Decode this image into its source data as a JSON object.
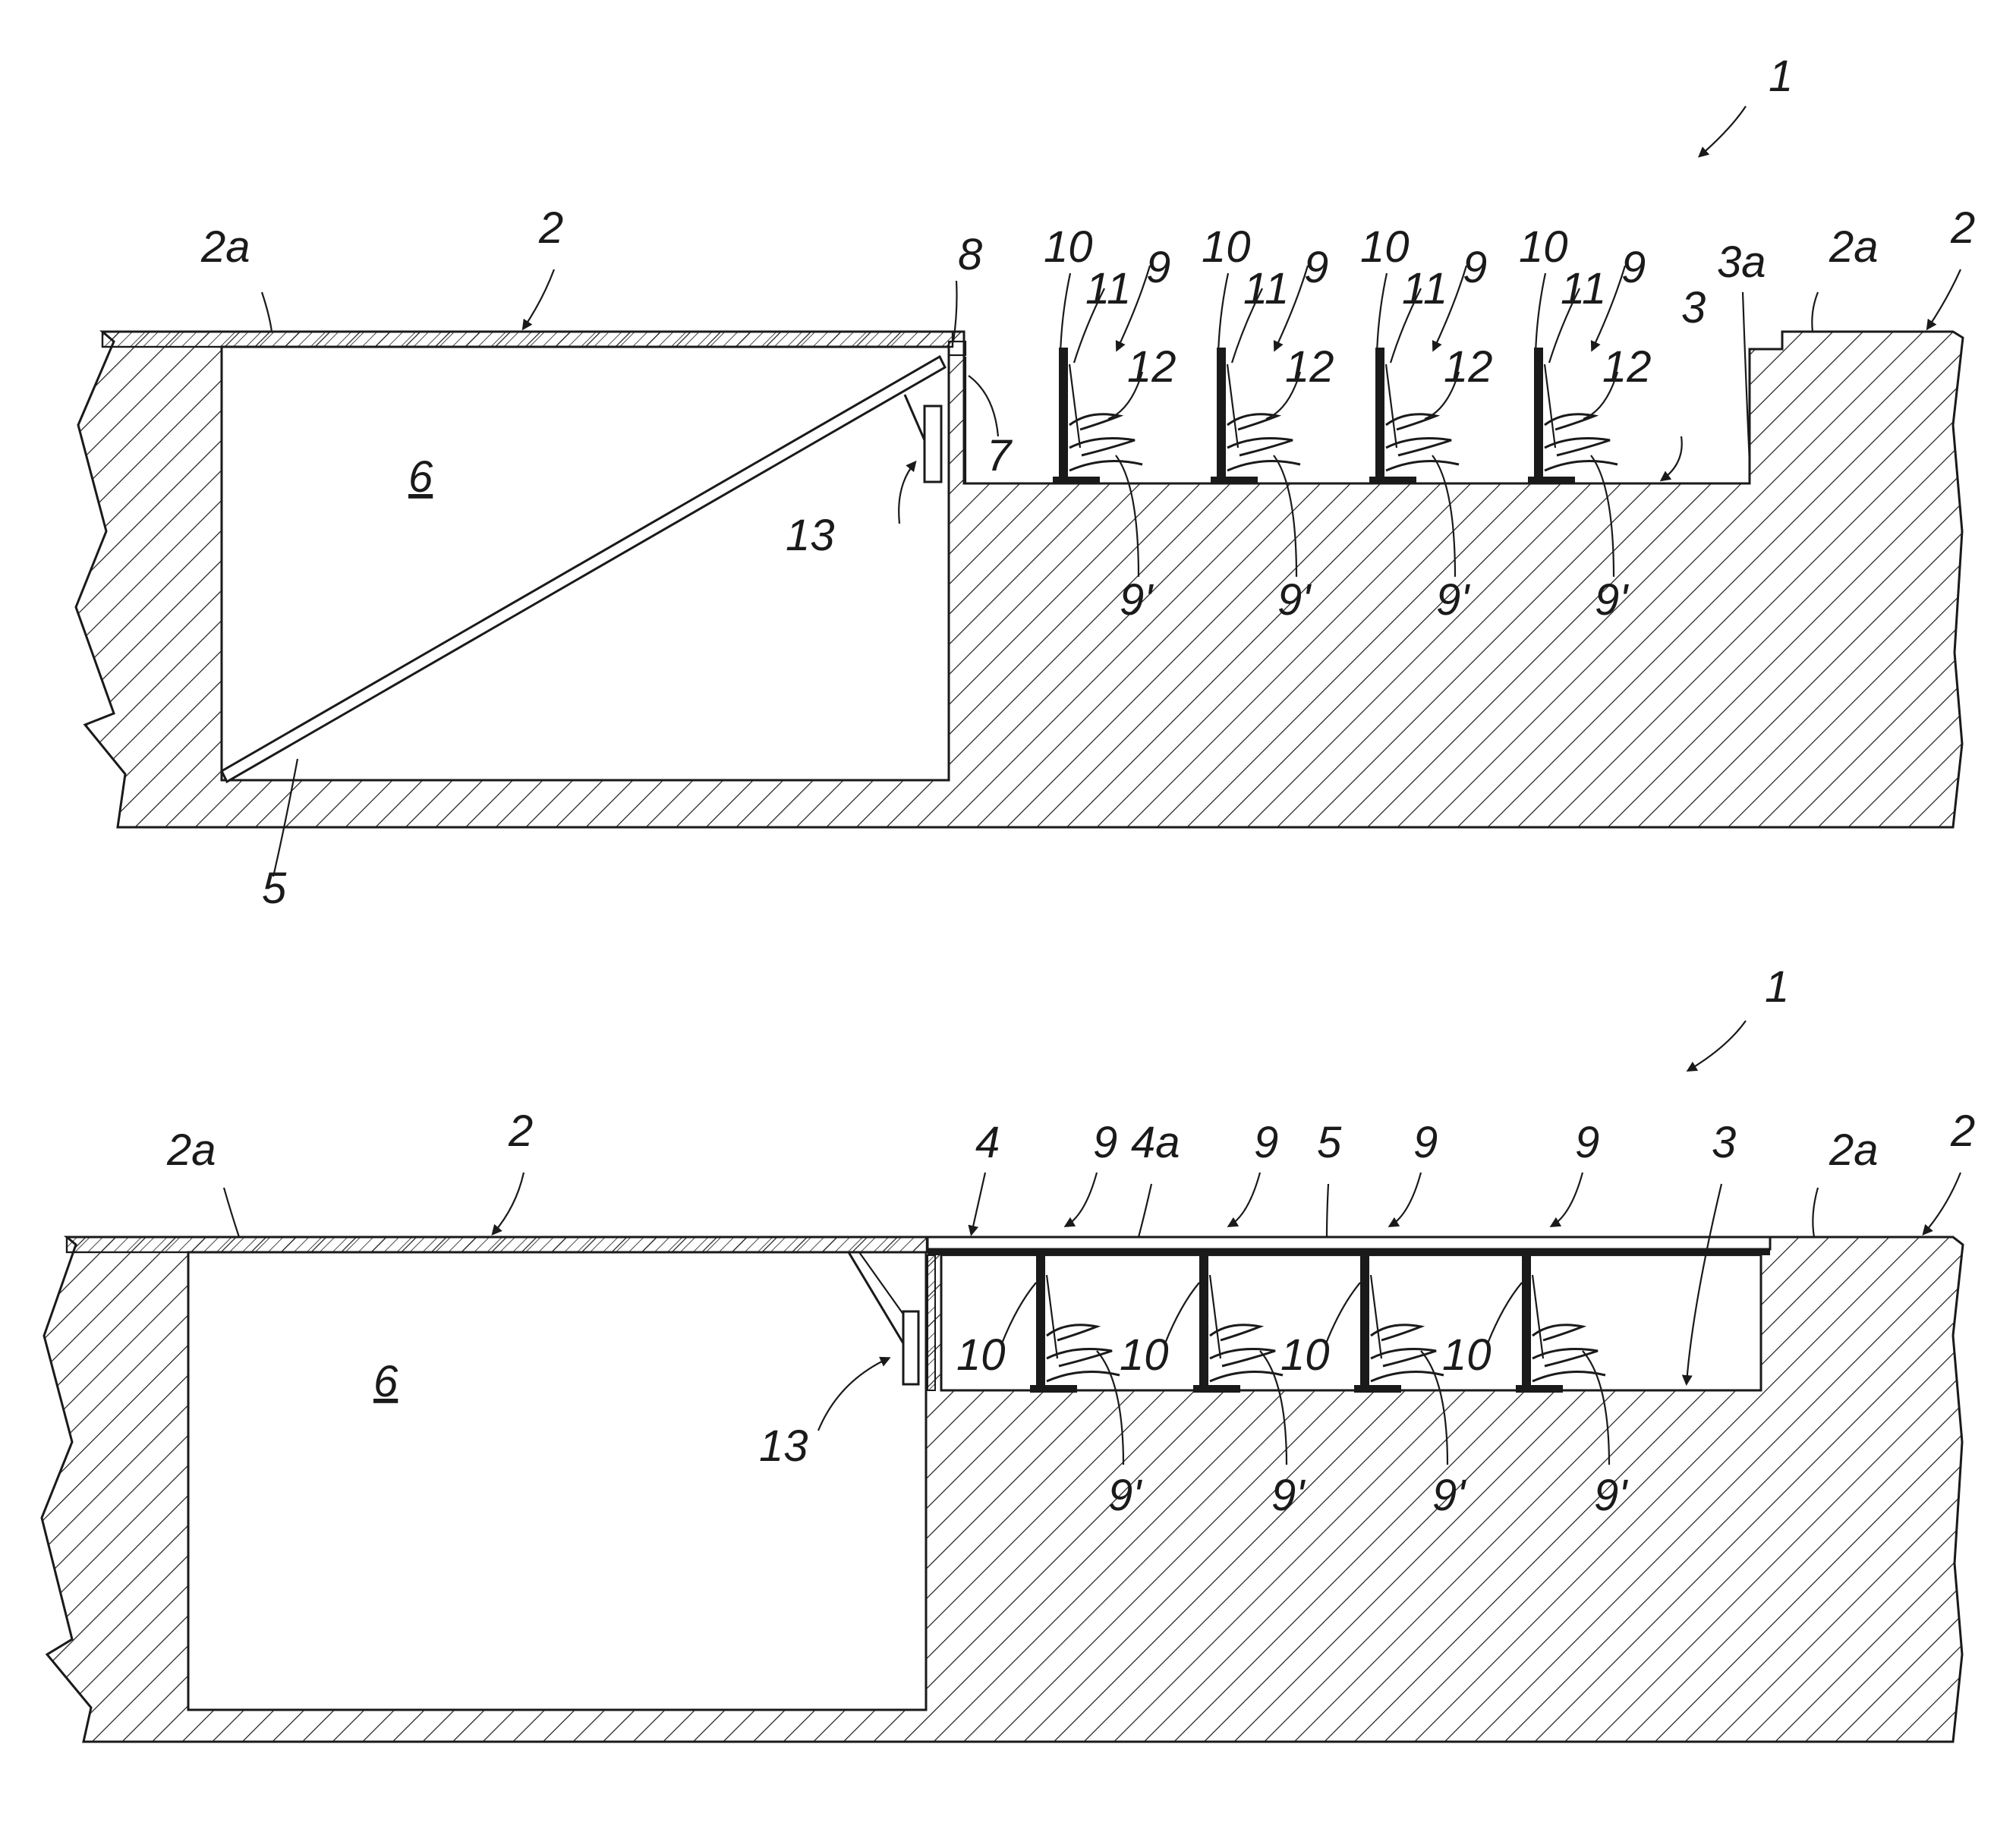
{
  "figures": [
    {
      "id": "fig-top",
      "labels": {
        "assembly": "1",
        "floor_left": "2",
        "floor_right": "2",
        "floor_surface_left": "2a",
        "floor_surface_right": "2a",
        "recess": "3",
        "recess_wall": "3a",
        "panel": "5",
        "storage_space": "6",
        "edge_7": "7",
        "hinge": "8",
        "actuator": "13",
        "seat_units": [
          {
            "unit": "9",
            "back": "10",
            "support": "11",
            "cushion": "12",
            "base": "9'"
          },
          {
            "unit": "9",
            "back": "10",
            "support": "11",
            "cushion": "12",
            "base": "9'"
          },
          {
            "unit": "9",
            "back": "10",
            "support": "11",
            "cushion": "12",
            "base": "9'"
          },
          {
            "unit": "9",
            "back": "10",
            "support": "11",
            "cushion": "12",
            "base": "9'"
          }
        ]
      }
    },
    {
      "id": "fig-bottom",
      "labels": {
        "assembly": "1",
        "floor_left": "2",
        "floor_right": "2",
        "floor_surface_left": "2a",
        "floor_surface_right": "2a",
        "recess": "3",
        "cover": "4",
        "cover_surface": "4a",
        "panel": "5",
        "storage_space": "6",
        "actuator": "13",
        "seat_units": [
          {
            "unit": "9",
            "back": "10",
            "base": "9'"
          },
          {
            "unit": "9",
            "back": "10",
            "base": "9'"
          },
          {
            "unit": "9",
            "back": "10",
            "base": "9'"
          },
          {
            "unit": "9",
            "back": "10",
            "base": "9'"
          }
        ]
      }
    }
  ]
}
